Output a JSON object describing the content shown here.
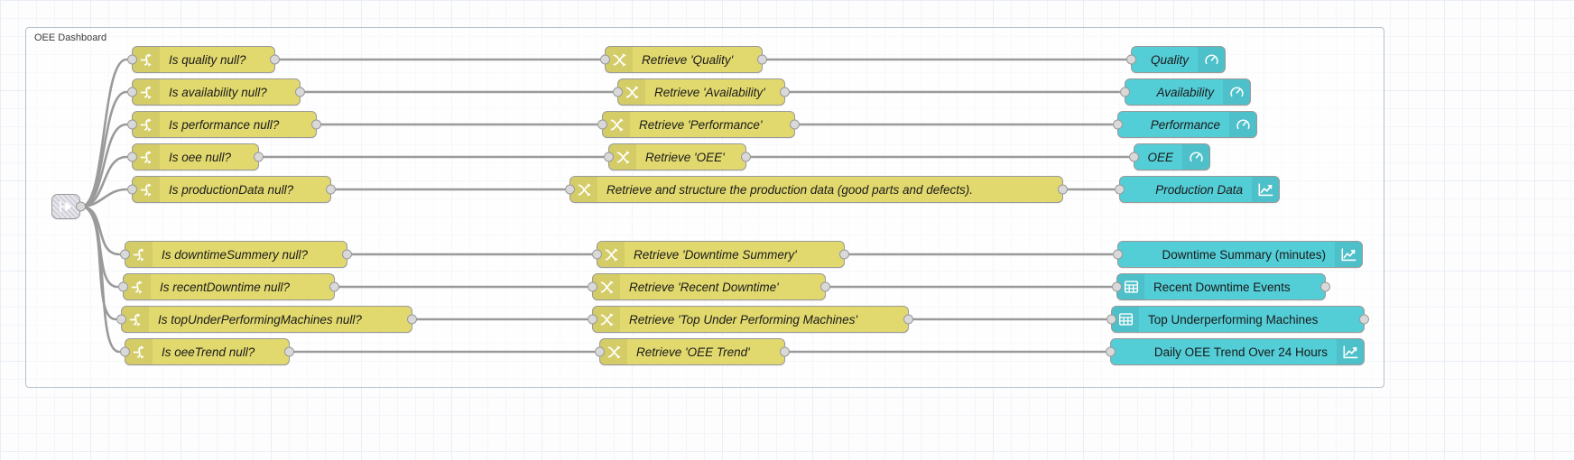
{
  "editor": {
    "app": "node-red-flow-editor",
    "canvas_background": "#fdfdfe",
    "grid_color": "#e9eef5"
  },
  "group": {
    "label": "OEE Dashboard",
    "border_color": "#b6c0cc"
  },
  "colors": {
    "switch_node": "#e2d96e",
    "change_node": "#e2d96e",
    "dashboard_node": "#53cdd6",
    "link_node": "#d4d4dd",
    "wire": "#9a9a9a",
    "port": "#d9d9d9"
  },
  "entry_node": {
    "name": "link-in-node",
    "icon": "link-in-icon",
    "label": ""
  },
  "rows": [
    {
      "switch": {
        "label": "Is quality null?",
        "icon": "switch-icon"
      },
      "change": {
        "label": "Retrieve 'Quality'",
        "icon": "change-icon"
      },
      "dashboard": {
        "label": "Quality",
        "icon": "gauge-icon",
        "icon_side": "right",
        "italic": true
      }
    },
    {
      "switch": {
        "label": "Is availability null?",
        "icon": "switch-icon"
      },
      "change": {
        "label": "Retrieve 'Availability'",
        "icon": "change-icon"
      },
      "dashboard": {
        "label": "Availability",
        "icon": "gauge-icon",
        "icon_side": "right",
        "italic": true
      }
    },
    {
      "switch": {
        "label": "Is performance null?",
        "icon": "switch-icon"
      },
      "change": {
        "label": "Retrieve 'Performance'",
        "icon": "change-icon"
      },
      "dashboard": {
        "label": "Performance",
        "icon": "gauge-icon",
        "icon_side": "right",
        "italic": true
      }
    },
    {
      "switch": {
        "label": "Is oee null?",
        "icon": "switch-icon"
      },
      "change": {
        "label": "Retrieve 'OEE'",
        "icon": "change-icon"
      },
      "dashboard": {
        "label": "OEE",
        "icon": "gauge-icon",
        "icon_side": "right",
        "italic": true
      }
    },
    {
      "switch": {
        "label": "Is productionData null?",
        "icon": "switch-icon"
      },
      "change": {
        "label": "Retrieve and structure the production data (good parts and defects).",
        "icon": "change-icon"
      },
      "dashboard": {
        "label": "Production Data",
        "icon": "line-chart-icon",
        "icon_side": "right",
        "italic": true
      }
    },
    {
      "switch": {
        "label": "Is downtimeSummery null?",
        "icon": "switch-icon"
      },
      "change": {
        "label": "Retrieve 'Downtime Summery'",
        "icon": "change-icon"
      },
      "dashboard": {
        "label": "Downtime Summary (minutes)",
        "icon": "line-chart-icon",
        "icon_side": "right",
        "italic": false
      }
    },
    {
      "switch": {
        "label": "Is recentDowntime null?",
        "icon": "switch-icon"
      },
      "change": {
        "label": "Retrieve 'Recent Downtime'",
        "icon": "change-icon"
      },
      "dashboard": {
        "label": "Recent Downtime Events",
        "icon": "table-icon",
        "icon_side": "left",
        "italic": false
      }
    },
    {
      "switch": {
        "label": "Is topUnderPerformingMachines null?",
        "icon": "switch-icon"
      },
      "change": {
        "label": "Retrieve 'Top Under Performing Machines'",
        "icon": "change-icon"
      },
      "dashboard": {
        "label": "Top Underperforming Machines",
        "icon": "table-icon",
        "icon_side": "left",
        "italic": false
      }
    },
    {
      "switch": {
        "label": "Is oeeTrend null?",
        "icon": "switch-icon"
      },
      "change": {
        "label": "Retrieve 'OEE Trend'",
        "icon": "change-icon"
      },
      "dashboard": {
        "label": "Daily OEE Trend Over 24 Hours",
        "icon": "line-chart-icon",
        "icon_side": "right",
        "italic": false
      }
    }
  ]
}
